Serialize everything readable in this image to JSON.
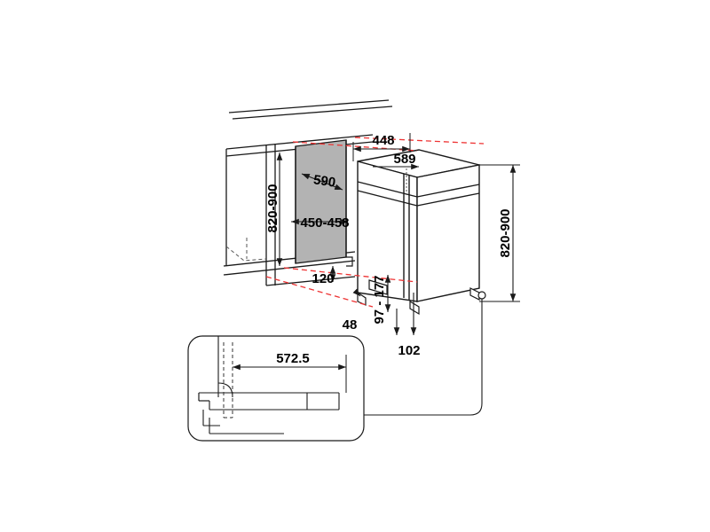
{
  "drawing": {
    "type": "appliance-installation-diagram",
    "subject": "slimline built-in dishwasher niche installation",
    "units": "mm",
    "background_color": "#ffffff",
    "line_color": "#1a1a1a",
    "niche_fill_color": "#b3b3b3",
    "guide_color": "#ee3333"
  },
  "dimensions": {
    "niche_height": "820-900",
    "niche_width": "450-458",
    "niche_depth": "590",
    "appliance_top_front": "448",
    "appliance_top_depth": "589",
    "appliance_height": "820-900",
    "plinth_depth": "120",
    "plinth_height": "48",
    "foot_adjust": "97 - 177",
    "base_depth": "102",
    "door_panel_width": "572.5"
  },
  "labels": {
    "niche_height": "820-900",
    "niche_depth": "590",
    "niche_width": "450-458",
    "top_front": "448",
    "top_depth": "589",
    "right_height": "820-900",
    "plinth_depth": "120",
    "plinth_height": "48",
    "foot_range": "97 - 177",
    "base_depth": "102",
    "detail_width": "572.5"
  }
}
